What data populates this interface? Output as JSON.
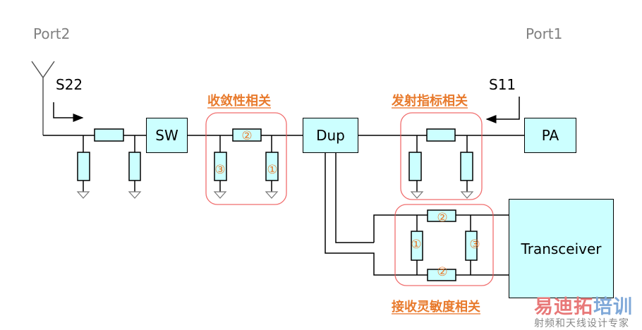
{
  "ports": {
    "port2": "Port2",
    "port1": "Port1"
  },
  "sparams": {
    "s22": "S22",
    "s11": "S11"
  },
  "blocks": {
    "sw": "SW",
    "dup": "Dup",
    "pa": "PA",
    "transceiver": "Transceiver"
  },
  "groups": {
    "convergence": "收敛性相关",
    "tx_metrics": "发射指标相关",
    "rx_sensitivity": "接收灵敏度相关"
  },
  "component_marks": {
    "one": "①",
    "two": "②",
    "three": "③"
  },
  "watermark": {
    "brand_red": "易迪拓",
    "brand_blue": "培训",
    "tagline": "射频和天线设计专家"
  },
  "colors": {
    "block_fill": "#ccffff",
    "group_label": "#e87a2c",
    "group_box": "#e83030",
    "port_label": "#808080",
    "wire": "#000000",
    "watermark_red": "#e87878",
    "watermark_blue": "#7fa8d8"
  }
}
